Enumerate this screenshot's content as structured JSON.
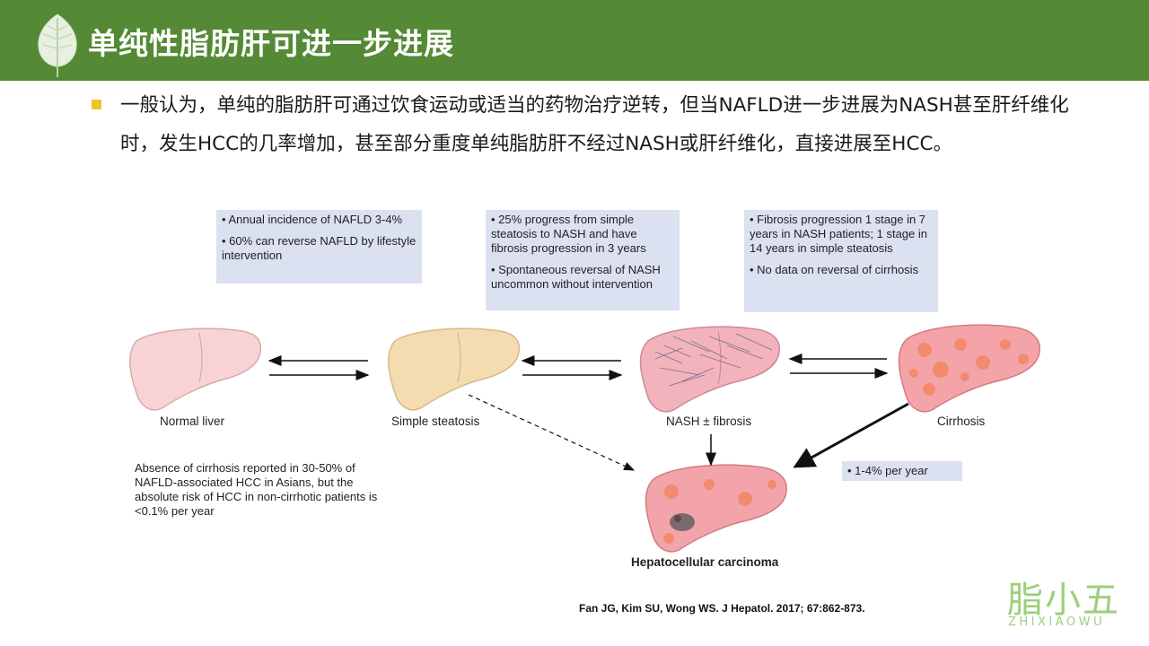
{
  "header": {
    "title": "单纯性脂肪肝可进一步进展"
  },
  "body": {
    "paragraph": "一般认为，单纯的脂肪肝可通过饮食运动或适当的药物治疗逆转，但当NAFLD进一步进展为NASH甚至肝纤维化时，发生HCC的几率增加，甚至部分重度单纯脂肪肝不经过NASH或肝纤维化，直接进展至HCC。"
  },
  "diagram": {
    "box1": {
      "line1": "• Annual incidence of NAFLD 3-4%",
      "line2": "• 60% can reverse NAFLD by lifestyle intervention"
    },
    "box2": {
      "line1": "• 25% progress from simple steatosis to NASH and have fibrosis progression in 3 years",
      "line2": "• Spontaneous reversal of NASH uncommon without intervention"
    },
    "box3": {
      "line1": "• Fibrosis progression 1 stage in 7 years in NASH patients; 1 stage in 14 years in simple steatosis",
      "line2": "• No data on reversal of cirrhosis"
    },
    "box4": {
      "line1": "• 1-4% per year"
    },
    "stages": {
      "normal": "Normal liver",
      "steatosis": "Simple steatosis",
      "nash": "NASH ± fibrosis",
      "cirrhosis": "Cirrhosis",
      "hcc": "Hepatocellular carcinoma"
    },
    "note": "Absence of cirrhosis reported in 30-50% of NAFLD-associated HCC in Asians, but the absolute risk of HCC in non-cirrhotic patients is <0.1% per year"
  },
  "citation": "Fan JG, Kim SU, Wong WS. J Hepatol. 2017; 67:862-873.",
  "logo": {
    "main": "脂小五",
    "sub": "ZHIXIAOWU"
  },
  "colors": {
    "header_bg": "#548a35",
    "bullet": "#f2c12e",
    "infobox_bg": "#dbe1f1",
    "logo": "#9bd07a"
  }
}
